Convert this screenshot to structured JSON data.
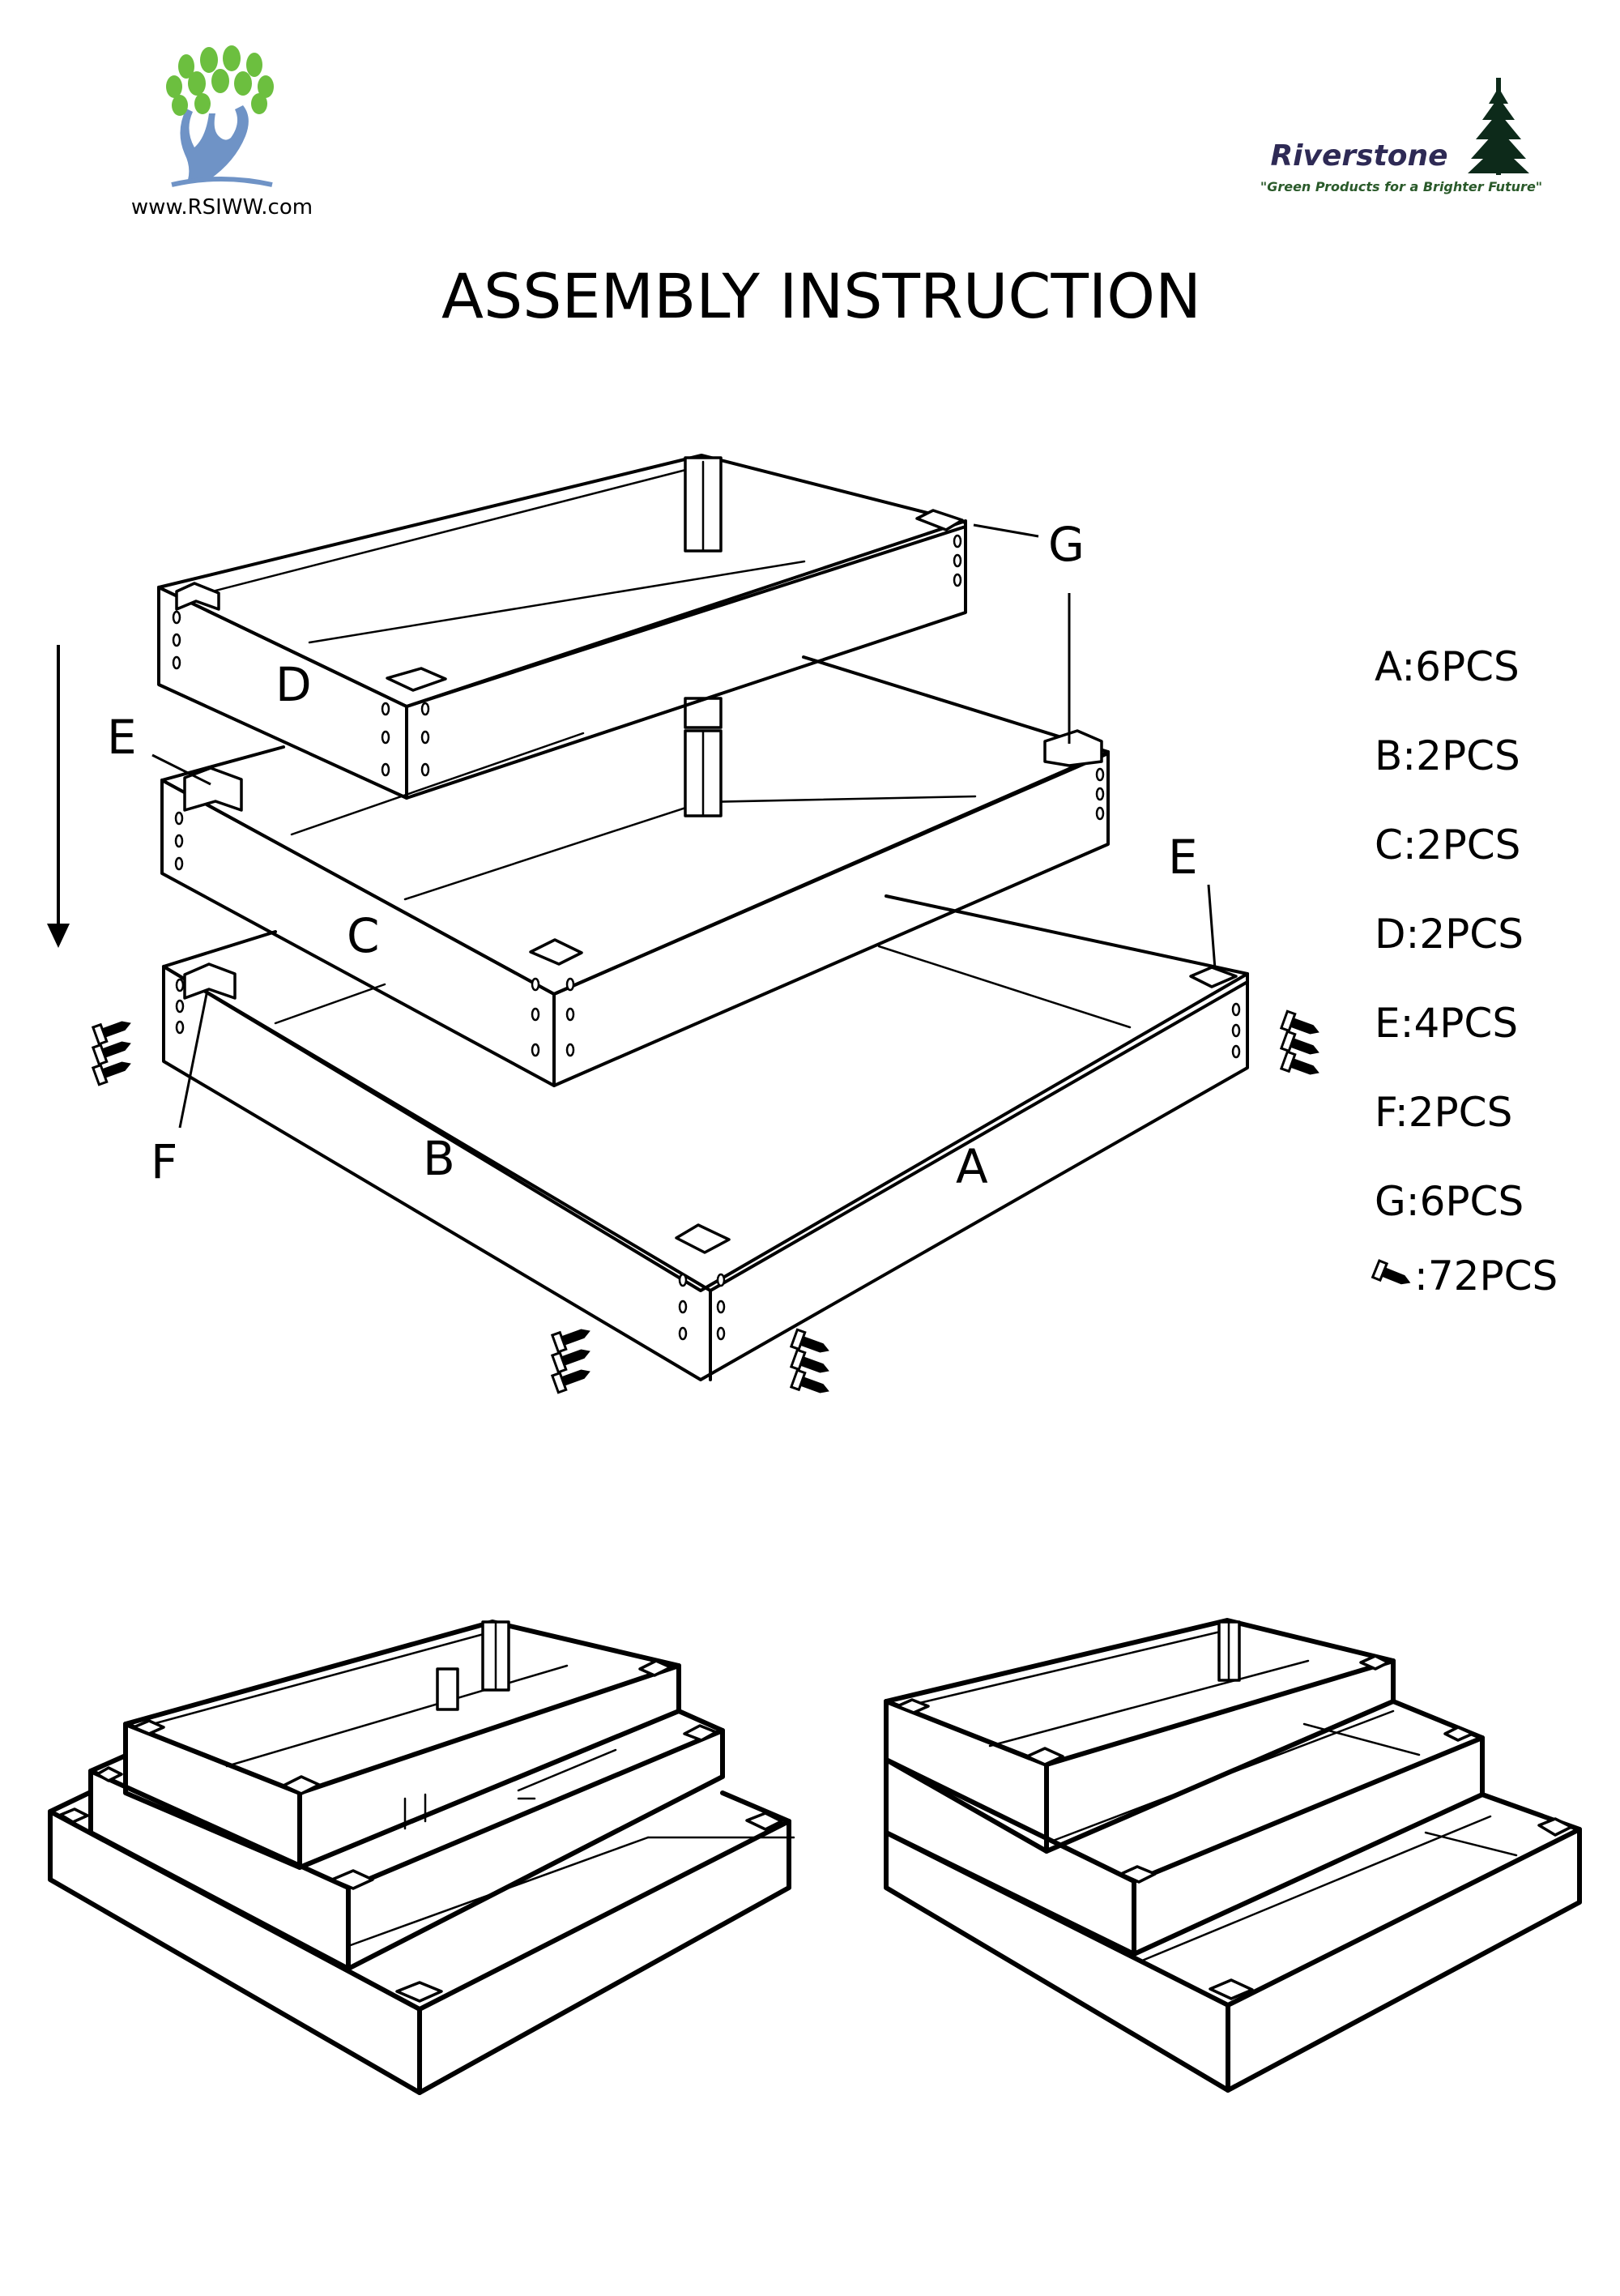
{
  "header": {
    "website": "www.RSIWW.com",
    "brand_name": "Riverstone",
    "brand_tagline": "\"Green Products for a Brighter Future\"",
    "brand_color": "#2e2a55",
    "leaf_color": "#6cbf3f",
    "trunk_color": "#6f93c6"
  },
  "title": "ASSEMBLY INSTRUCTION",
  "diagram_labels": {
    "a": "A",
    "b": "B",
    "c": "C",
    "d": "D",
    "e_left": "E",
    "e_right": "E",
    "f": "F",
    "g_top": "G"
  },
  "parts_list": [
    {
      "label": "A:6PCS"
    },
    {
      "label": "B:2PCS"
    },
    {
      "label": "C:2PCS"
    },
    {
      "label": "D:2PCS"
    },
    {
      "label": "E:4PCS"
    },
    {
      "label": "F:2PCS"
    },
    {
      "label": "G:6PCS"
    },
    {
      "label": ":72PCS",
      "icon": "screw-icon"
    }
  ]
}
